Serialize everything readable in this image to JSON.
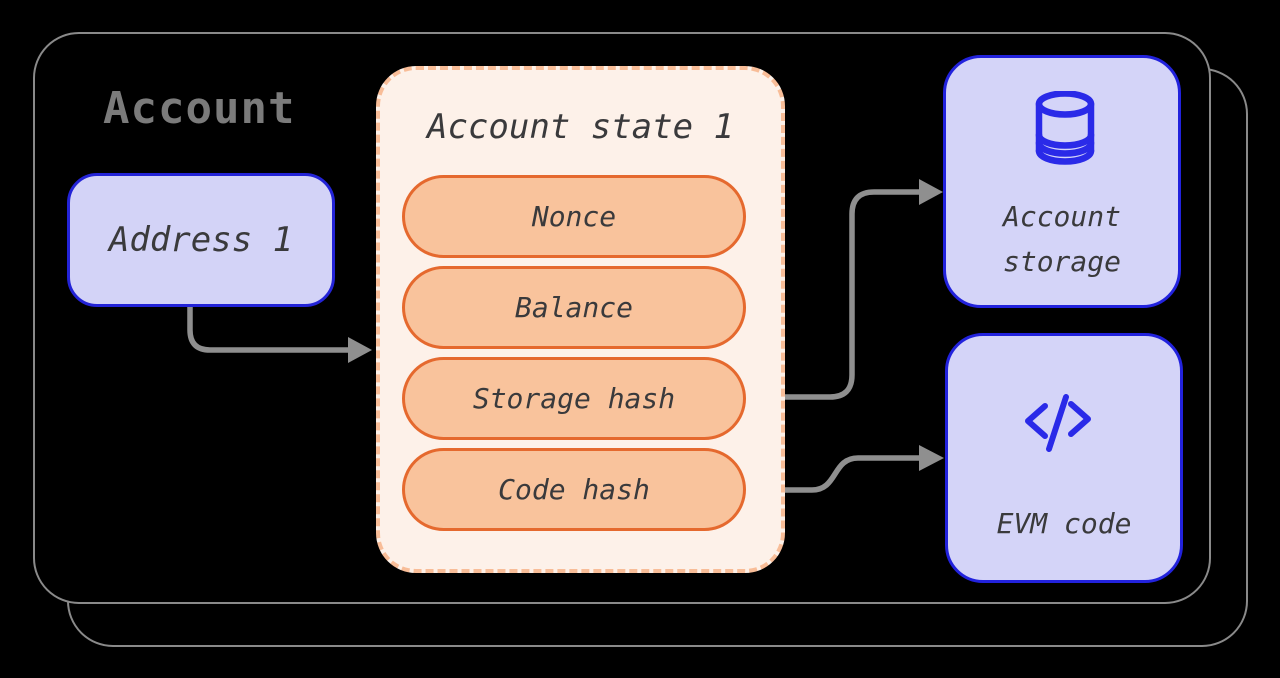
{
  "diagram": {
    "title": "Account",
    "address_box": {
      "label": "Address 1"
    },
    "state_box": {
      "title": "Account state 1",
      "fields": [
        "Nonce",
        "Balance",
        "Storage hash",
        "Code hash"
      ]
    },
    "storage_box": {
      "icon": "database-icon",
      "label": "Account storage",
      "label_lines": [
        "Account",
        "storage"
      ]
    },
    "evm_box": {
      "icon": "code-icon",
      "label": "EVM code"
    },
    "arrows": [
      {
        "from": "address-node",
        "to": "account-state-node",
        "heads": "end"
      },
      {
        "from": "state-field-storage-hash",
        "to": "account-storage-node",
        "heads": "both"
      },
      {
        "from": "state-field-code-hash",
        "to": "evm-code-node",
        "heads": "both"
      }
    ],
    "colors": {
      "background": "#000000",
      "card_border": "#8a8a8a",
      "title_text": "#7b7b7b",
      "purple_fill": "#d3d3f7",
      "blue_border": "#2323d7",
      "icon_blue": "#2a2ae8",
      "state_fill": "#fdf1e9",
      "state_dash_border": "#f8bd98",
      "pill_fill": "#f9c39c",
      "pill_border": "#e5692e",
      "label_text": "#3a3a3c",
      "arrow": "#8f8f8f"
    }
  }
}
